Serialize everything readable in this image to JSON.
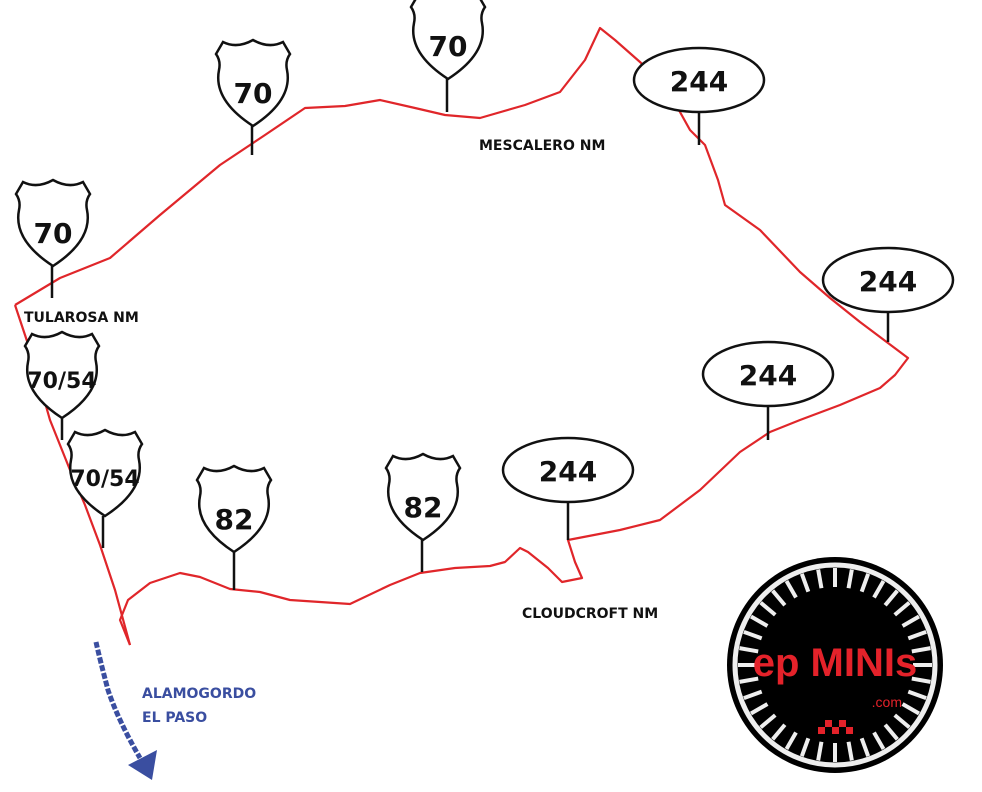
{
  "colors": {
    "route": "#e0262a",
    "arrow": "#3a4ea0",
    "logo_bg": "#000000",
    "logo_text": "#e4222a"
  },
  "places": {
    "mescalero": "MESCALERO NM",
    "tularosa": "TULAROSA NM",
    "cloudcroft": "CLOUDCROFT NM",
    "alamogordo": "ALAMOGORDO",
    "el_paso": "EL PASO"
  },
  "us_shields": [
    "70",
    "70",
    "70",
    "70/54",
    "70/54",
    "82",
    "82"
  ],
  "state_ovals": [
    "244",
    "244",
    "244",
    "244"
  ],
  "logo": {
    "name": "ep MINIs",
    "domain": ".com"
  }
}
